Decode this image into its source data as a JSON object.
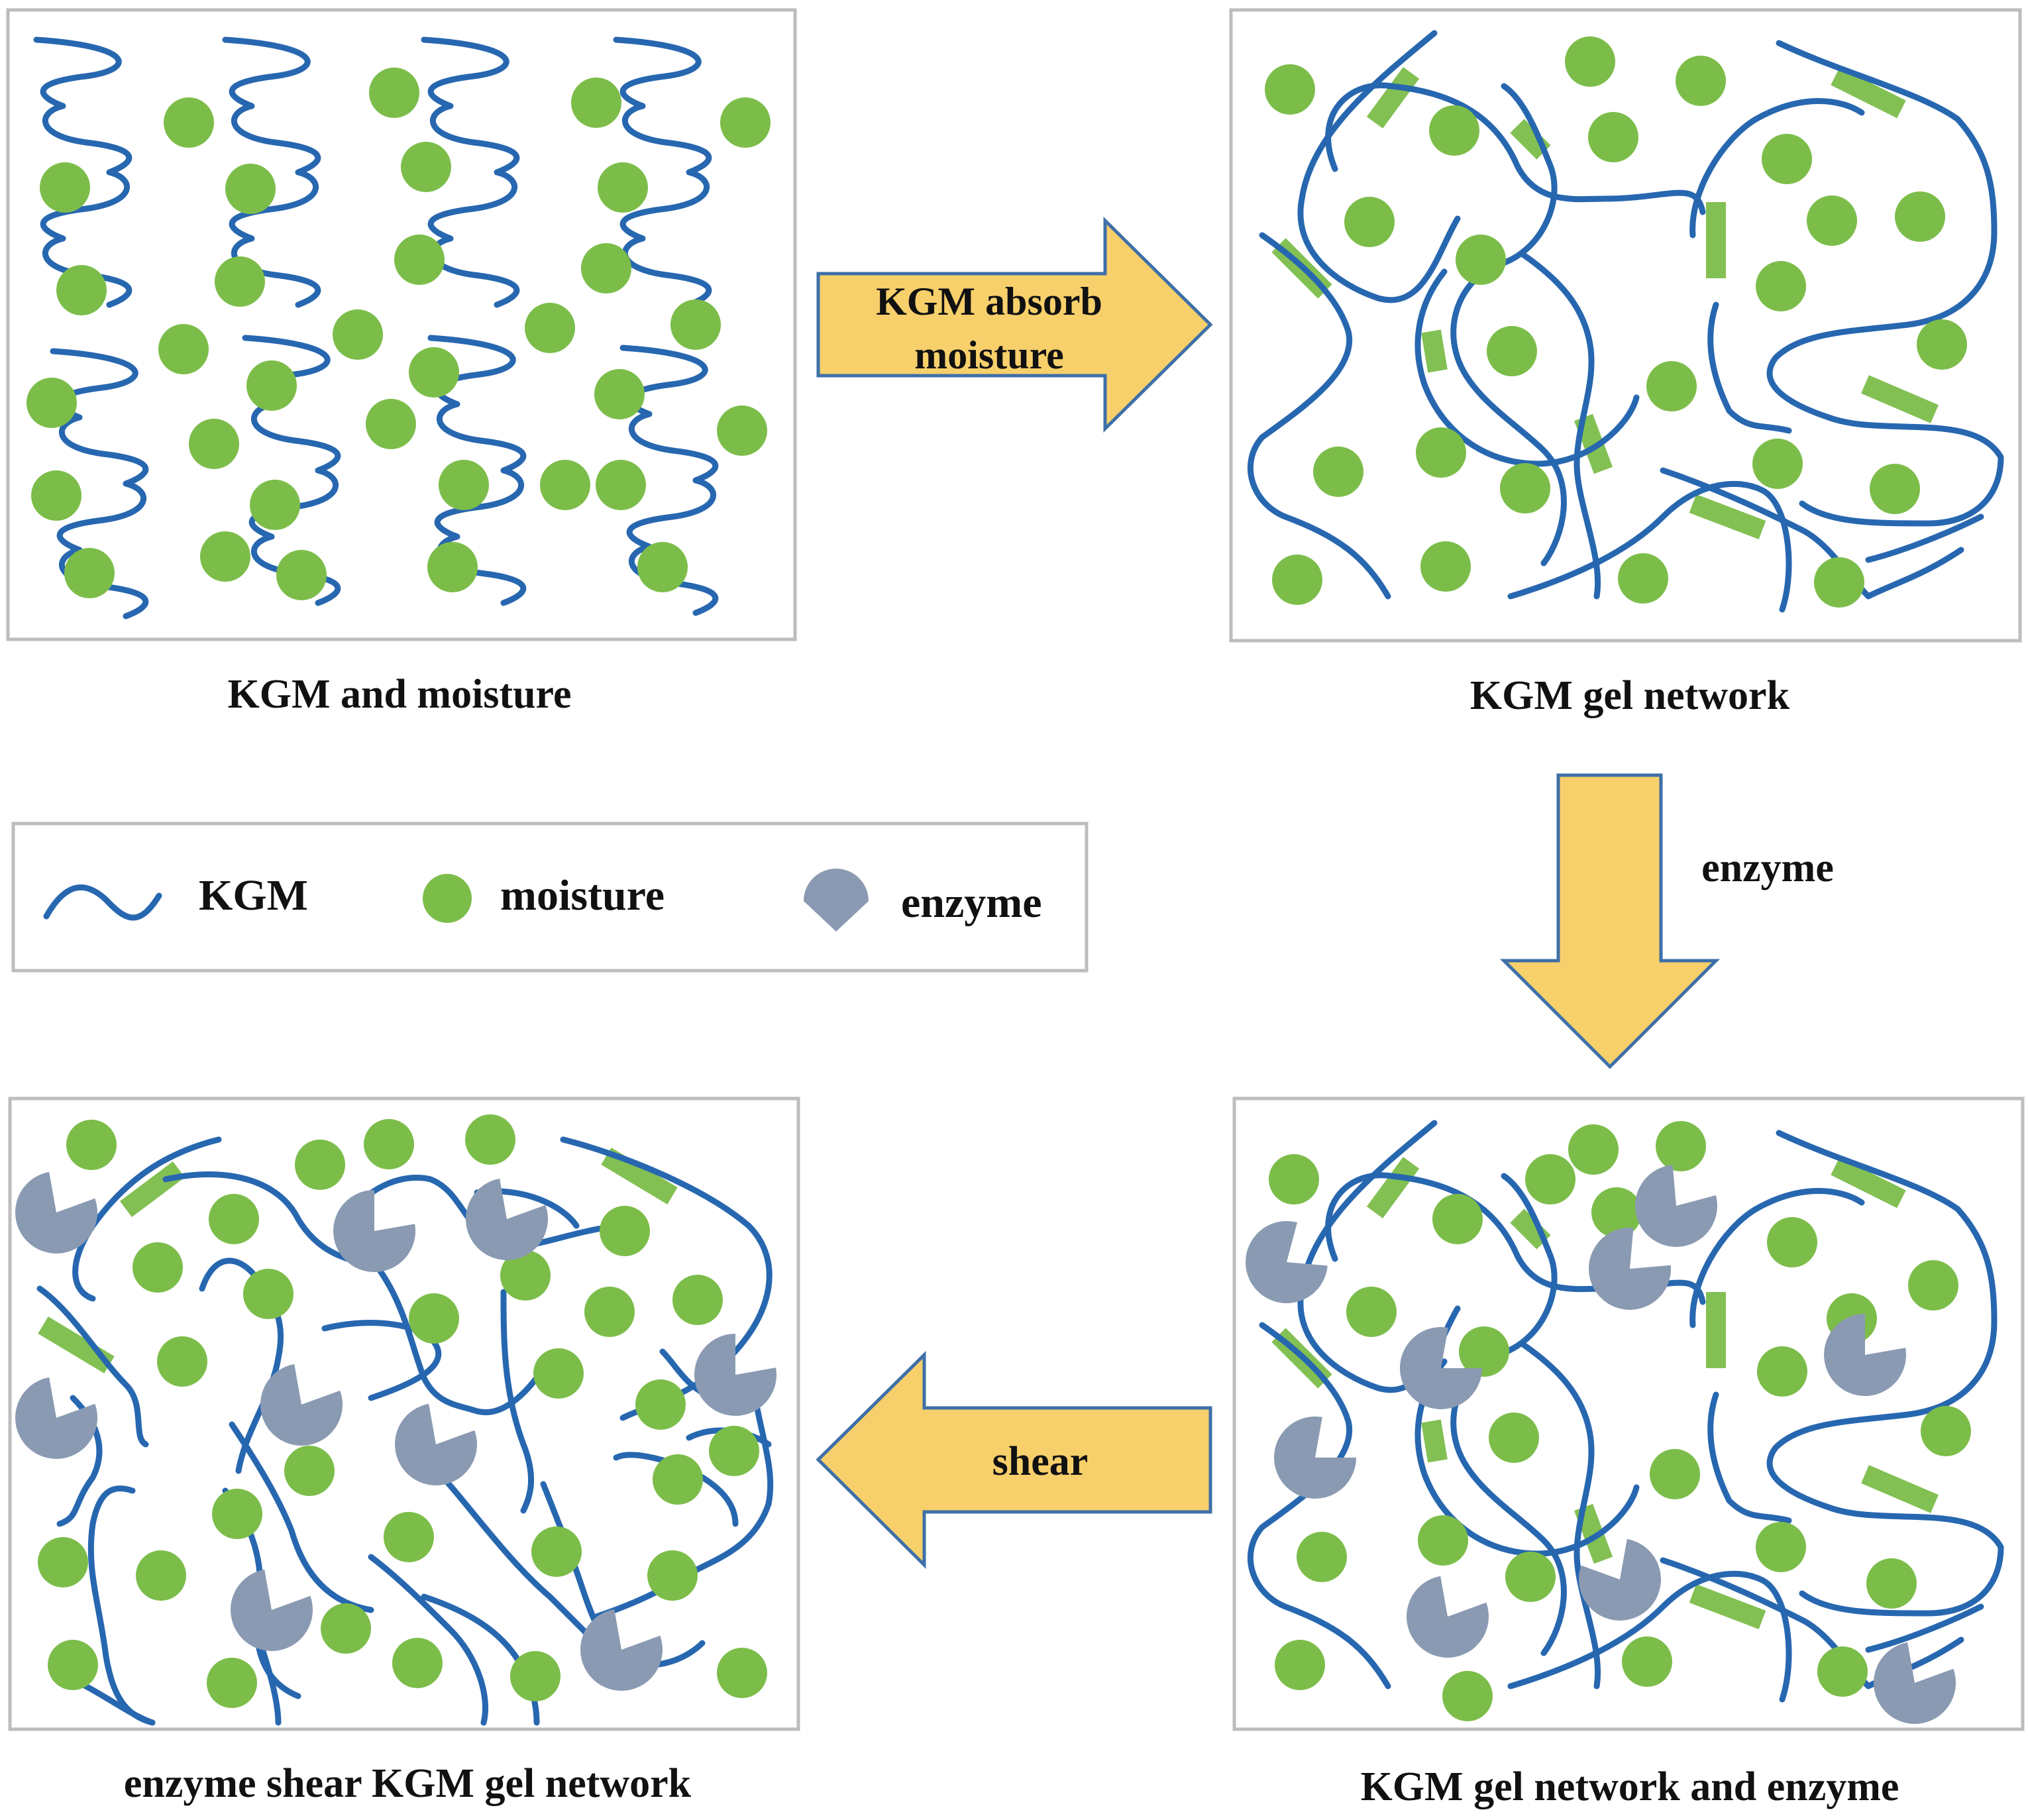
{
  "panels": {
    "kgm_and_moisture": {
      "caption": "KGM and moisture"
    },
    "kgm_gel_network": {
      "caption": "KGM gel network"
    },
    "kgm_gel_network_and_enzyme": {
      "caption": "KGM gel network and enzyme"
    },
    "enzyme_shear_kgm_gel_network": {
      "caption": "enzyme shear KGM gel network"
    }
  },
  "arrows": {
    "absorb": {
      "label_line1": "KGM absorb",
      "label_line2": "moisture"
    },
    "enzyme": {
      "label": "enzyme"
    },
    "shear": {
      "label": "shear"
    }
  },
  "legend": {
    "items": [
      {
        "icon": "kgm-chain-icon",
        "label": "KGM"
      },
      {
        "icon": "moisture-dot-icon",
        "label": "moisture"
      },
      {
        "icon": "enzyme-pacman-icon",
        "label": "enzyme"
      }
    ]
  },
  "colors": {
    "kgm_chain": "#2767b0",
    "moisture": "#7cbd4a",
    "enzyme": "#8a9ab2",
    "arrow_fill": "#f7d06b",
    "arrow_stroke": "#3e6fa8",
    "frame": "#bdbdbd"
  }
}
